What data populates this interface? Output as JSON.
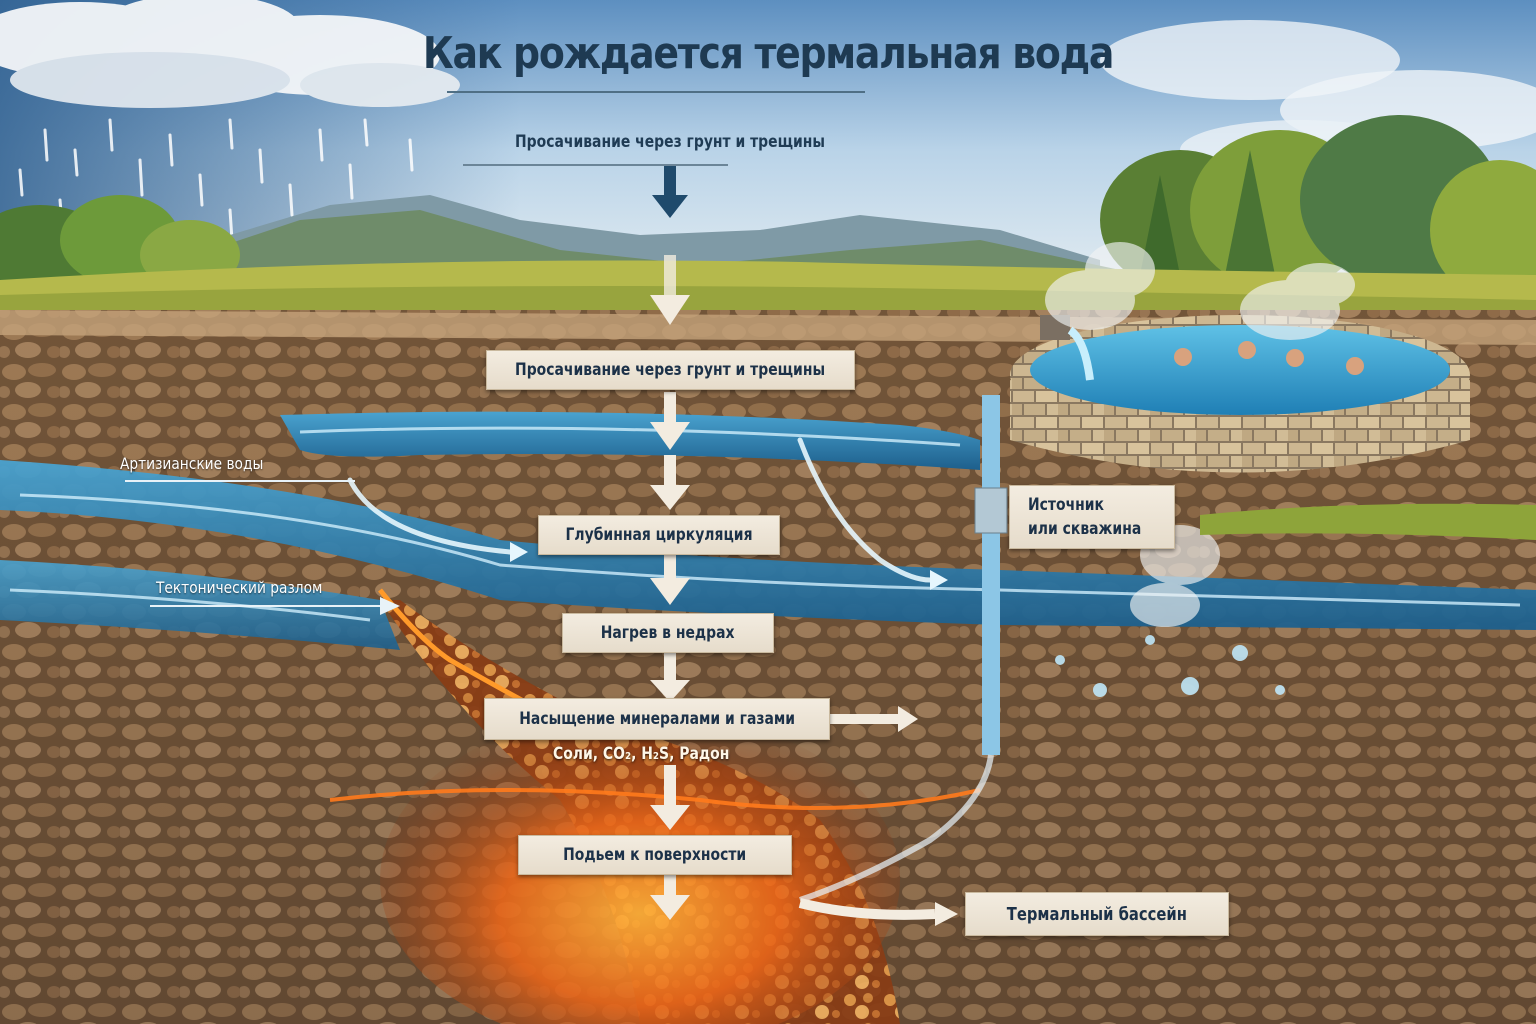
{
  "title": "Как рождается термальная вода",
  "subtitle": "Просачивание через грунт и трещины",
  "steps": [
    {
      "label": "Просачивание через грунт и трещины"
    },
    {
      "label": "Глубинная циркуляция"
    },
    {
      "label": "Нагрев в недрах"
    },
    {
      "label": "Насыщение минералами и газами"
    },
    {
      "label": "Подьем к поверхности"
    }
  ],
  "minerals": "Соли, CO₂, H₂S, Радон",
  "side_labels": {
    "artesian": "Артизианские воды",
    "fault": "Тектонический разлом",
    "source_line1": "Источник",
    "source_line2": "или скважина",
    "pool": "Термальный бассейн"
  },
  "colors": {
    "title": "#1e3a52",
    "label_text": "#1c3148",
    "label_bg": "#f0e8da",
    "sky": "#8fb8dc",
    "water": "#2f7fb0",
    "magma": "#e8661a",
    "rock": "#8a6a48"
  }
}
